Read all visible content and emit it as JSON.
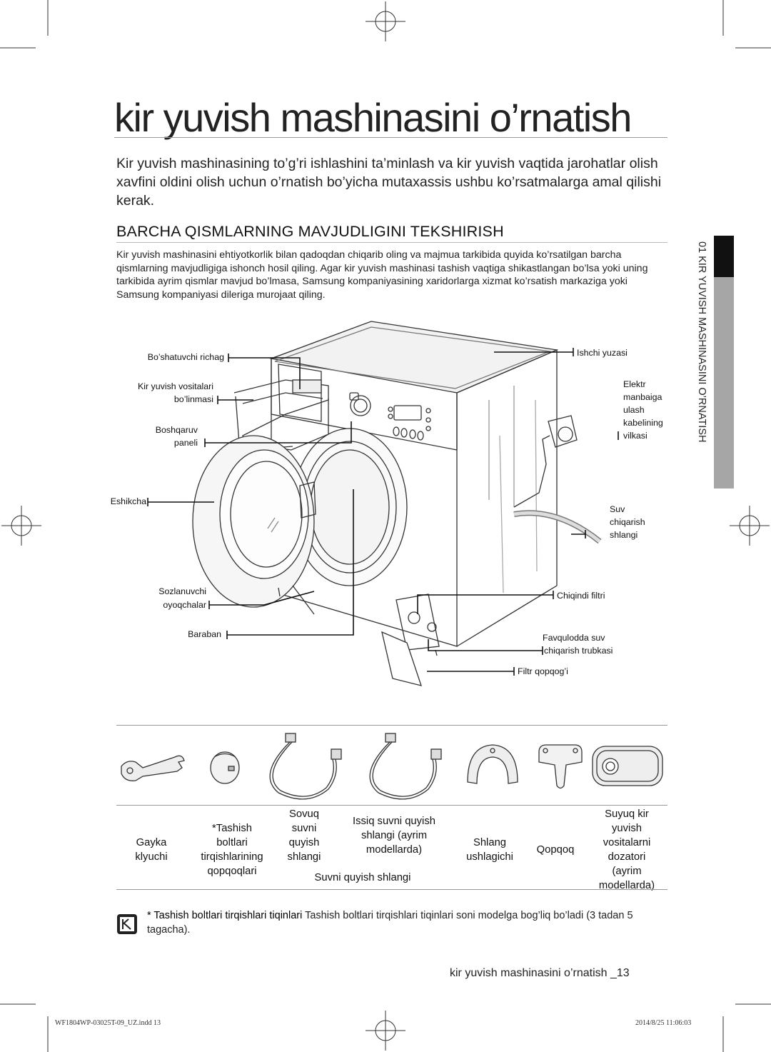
{
  "page": {
    "title": "kir yuvish mashinasini o’rnatish",
    "intro": "Kir yuvish mashinasining to’g’ri ishlashini ta’minlash va kir yuvish vaqtida jarohatlar olish xavfini oldini olish uchun o’rnatish bo’yicha mutaxassis ushbu ko’rsatmalarga amal qilishi kerak.",
    "section_heading": "BARCHA QISMLARNING MAVJUDLIGINI TEKSHIRISH",
    "section_text": "Kir yuvish mashinasini ehtiyotkorlik bilan qadoqdan chiqarib oling va majmua tarkibida quyida ko’rsatilgan barcha qismlarning mavjudligiga ishonch hosil qiling. Agar kir yuvish mashinasi tashish vaqtiga shikastlangan bo’lsa yoki uning tarkibida ayrim qismlar mavjud bo’lmasa, Samsung kompaniyasining xaridorlarga xizmat ko’rsatish markaziga yoki Samsung kompaniyasi dileriga murojaat qiling.",
    "side_tab": "01 KIR YUVISH MASHINASINI O’RNATISH"
  },
  "diagram_labels": {
    "drawer_handle": "Bo’shatuvchi richag",
    "detergent_1": "Kir yuvish vositalari",
    "detergent_2": "bo’linmasi",
    "control_1": "Boshqaruv",
    "control_2": "paneli",
    "door": "Eshikcha",
    "feet_1": "Sozlanuvchi",
    "feet_2": "oyoqchalar",
    "drum": "Baraban",
    "worktop": "Ishchi yuzasi",
    "plug_1": "Elektr",
    "plug_2": "manbaiga",
    "plug_3": "ulash",
    "plug_4": "kabelining",
    "plug_5": "vilkasi",
    "drain_1": "Suv",
    "drain_2": "chiqarish",
    "drain_3": "shlangi",
    "filter": "Chiqindi filtri",
    "emergency_1": "Favqulodda suv",
    "emergency_2": "chiqarish trubkasi",
    "filter_cover": "Filtr qopqog’i"
  },
  "accessories": {
    "spanner": [
      "Gayka",
      "klyuchi"
    ],
    "caps": [
      "*Tashish",
      "boltlari",
      "tirqishlarining",
      "qopqoqlari"
    ],
    "cold_hose": [
      "Sovuq",
      "suvni",
      "quyish",
      "shlangi"
    ],
    "hot_hose": [
      "Issiq suvni quyish",
      "shlangi (ayrim",
      "modellarda)"
    ],
    "hoses_group": "Suvni quyish shlangi",
    "hose_holder": [
      "Shlang",
      "ushlagichi"
    ],
    "cover": "Qopqoq",
    "dispenser": [
      "Suyuq kir",
      "yuvish",
      "vositalarni",
      "dozatori",
      "(ayrim",
      "modellarda)"
    ]
  },
  "note": {
    "bold": "* Tashish boltlari tirqishlari tiqinlari",
    "text": " Tashish boltlari tirqishlari tiqinlari soni modelga bog’liq bo’ladi (3 tadan 5 tagacha)."
  },
  "footer": {
    "running_title": "kir yuvish mashinasini o’rnatish _13",
    "imprint_left": "WF1804WP-03025T-09_UZ.indd   13",
    "imprint_right": "2014/8/25   11:06:03"
  }
}
